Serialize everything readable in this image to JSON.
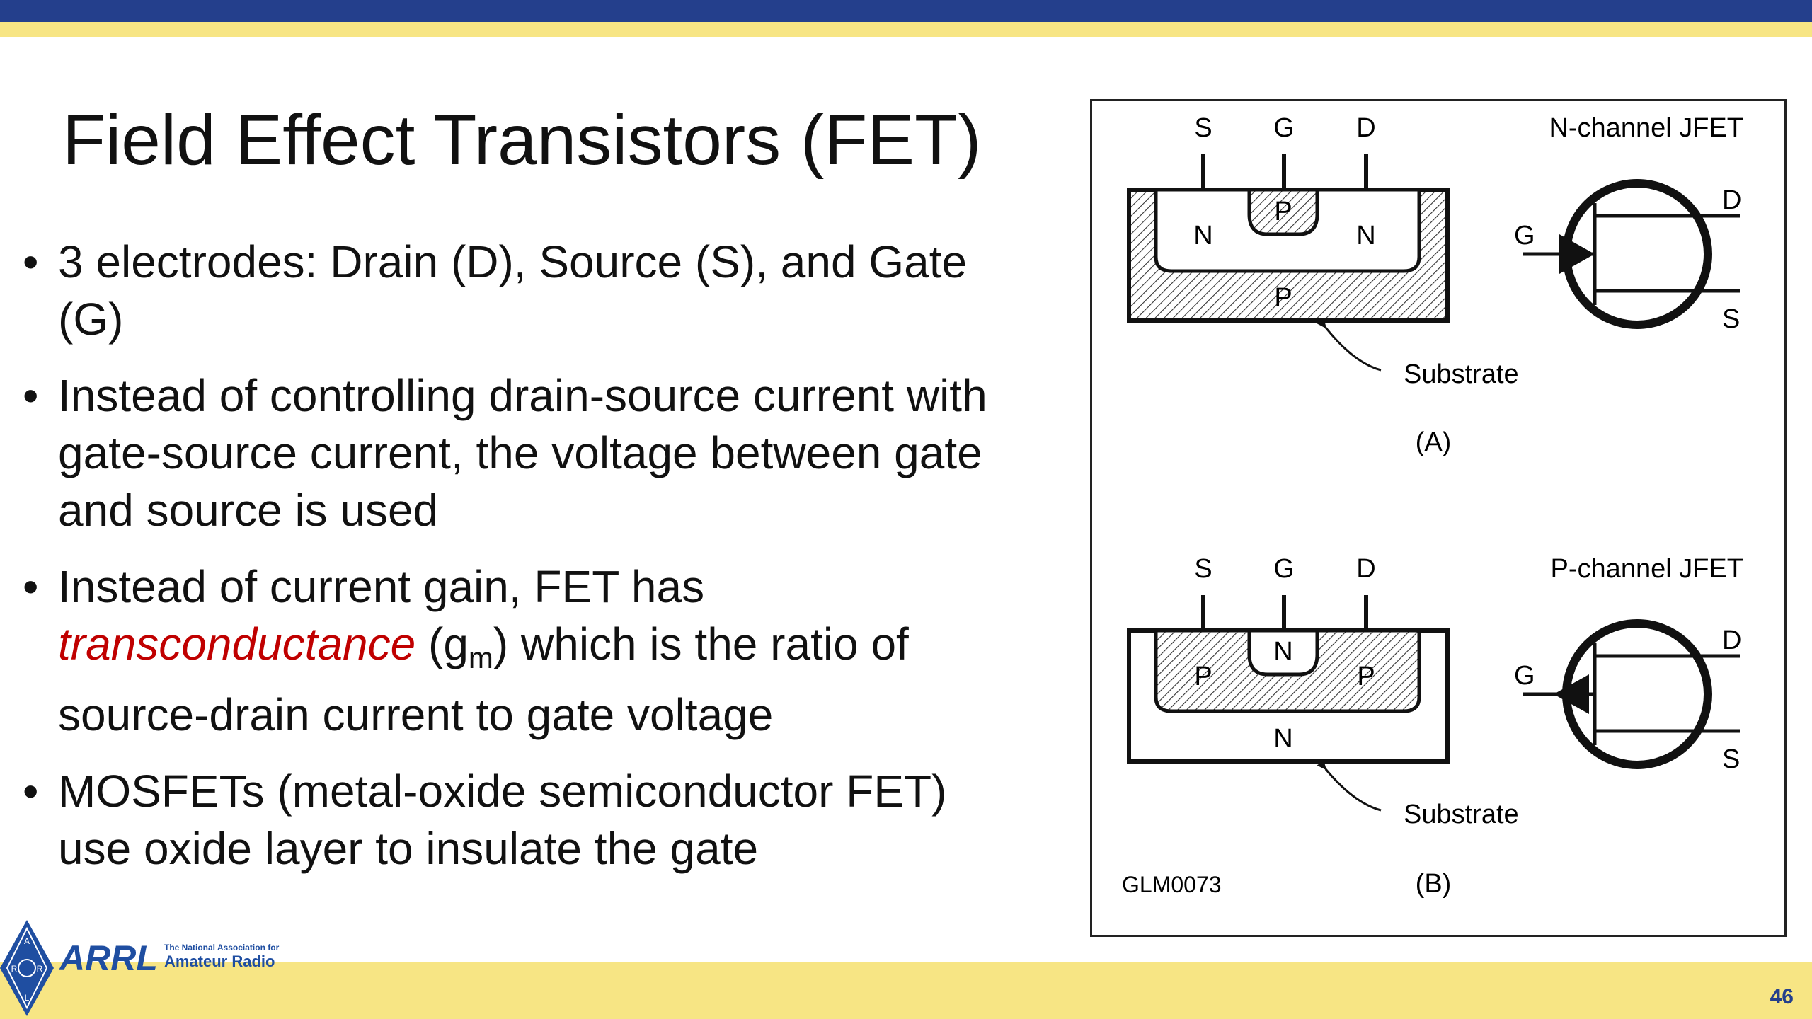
{
  "slide": {
    "title": "Field Effect Transistors (FET)",
    "bullets": [
      {
        "text": "3 electrodes: Drain (D), Source (S), and Gate (G)"
      },
      {
        "text": "Instead of controlling drain-source current with gate-source current, the voltage between gate and source is used"
      },
      {
        "pre": "Instead of current gain, FET has ",
        "highlight": "transconductance",
        "mid": " (g",
        "subscript": "m",
        "post": ") which is the ratio of source-drain current to gate voltage"
      },
      {
        "text": "MOSFETs (metal-oxide semiconductor FET) use oxide layer to insulate the gate"
      }
    ],
    "bullet_char": "•",
    "page_number": "46",
    "highlight_color": "#c00000"
  },
  "figure": {
    "panel_a": {
      "terminals": [
        "S",
        "G",
        "D"
      ],
      "type_label": "N-channel JFET",
      "region_left": "N",
      "region_gate": "P",
      "region_right": "N",
      "region_substrate": "P",
      "symbol_labels": {
        "gate": "G",
        "drain": "D",
        "source": "S"
      },
      "substrate_label": "Substrate",
      "caption": "(A)"
    },
    "panel_b": {
      "terminals": [
        "S",
        "G",
        "D"
      ],
      "type_label": "P-channel JFET",
      "region_left": "P",
      "region_gate": "N",
      "region_right": "P",
      "region_substrate": "N",
      "symbol_labels": {
        "gate": "G",
        "drain": "D",
        "source": "S"
      },
      "substrate_label": "Substrate",
      "caption": "(B)"
    },
    "figure_id": "GLM0073"
  },
  "logo": {
    "name": "ARRL",
    "tagline_1": "The National Association for",
    "tagline_2": "Amateur Radio",
    "mark_letters": [
      "A",
      "R",
      "R",
      "L"
    ]
  },
  "colors": {
    "top_band": "#243f8c",
    "yellow_band": "#f7e584",
    "logo_blue": "#1f4ea1"
  }
}
